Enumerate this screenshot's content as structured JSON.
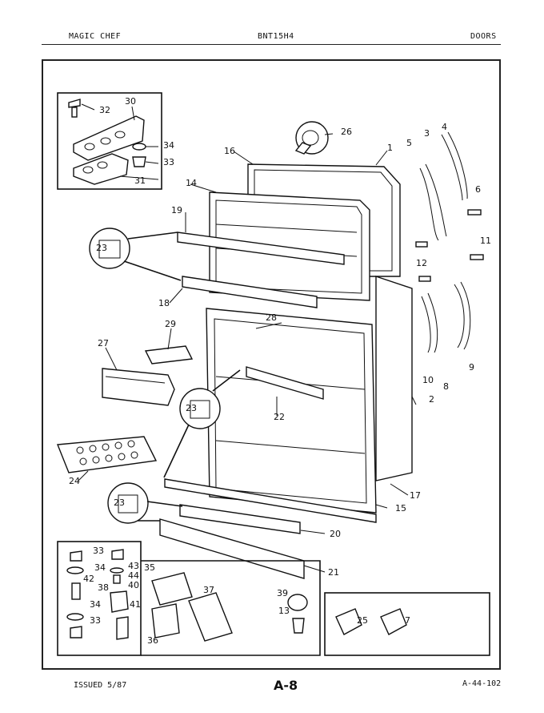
{
  "header": {
    "brand": "MAGIC CHEF",
    "model": "BNT15H4",
    "section": "DOORS"
  },
  "footer": {
    "issued": "ISSUED 5/87",
    "page": "A-8",
    "code": "A-44-102"
  },
  "callouts": [
    "1",
    "2",
    "3",
    "4",
    "5",
    "6",
    "7",
    "8",
    "9",
    "10",
    "11",
    "12",
    "13",
    "14",
    "15",
    "16",
    "17",
    "18",
    "19",
    "20",
    "21",
    "22",
    "23",
    "24",
    "25",
    "26",
    "27",
    "28",
    "29",
    "30",
    "31",
    "32",
    "33",
    "34",
    "35",
    "36",
    "37",
    "38",
    "39",
    "40",
    "41",
    "42",
    "43",
    "44"
  ]
}
